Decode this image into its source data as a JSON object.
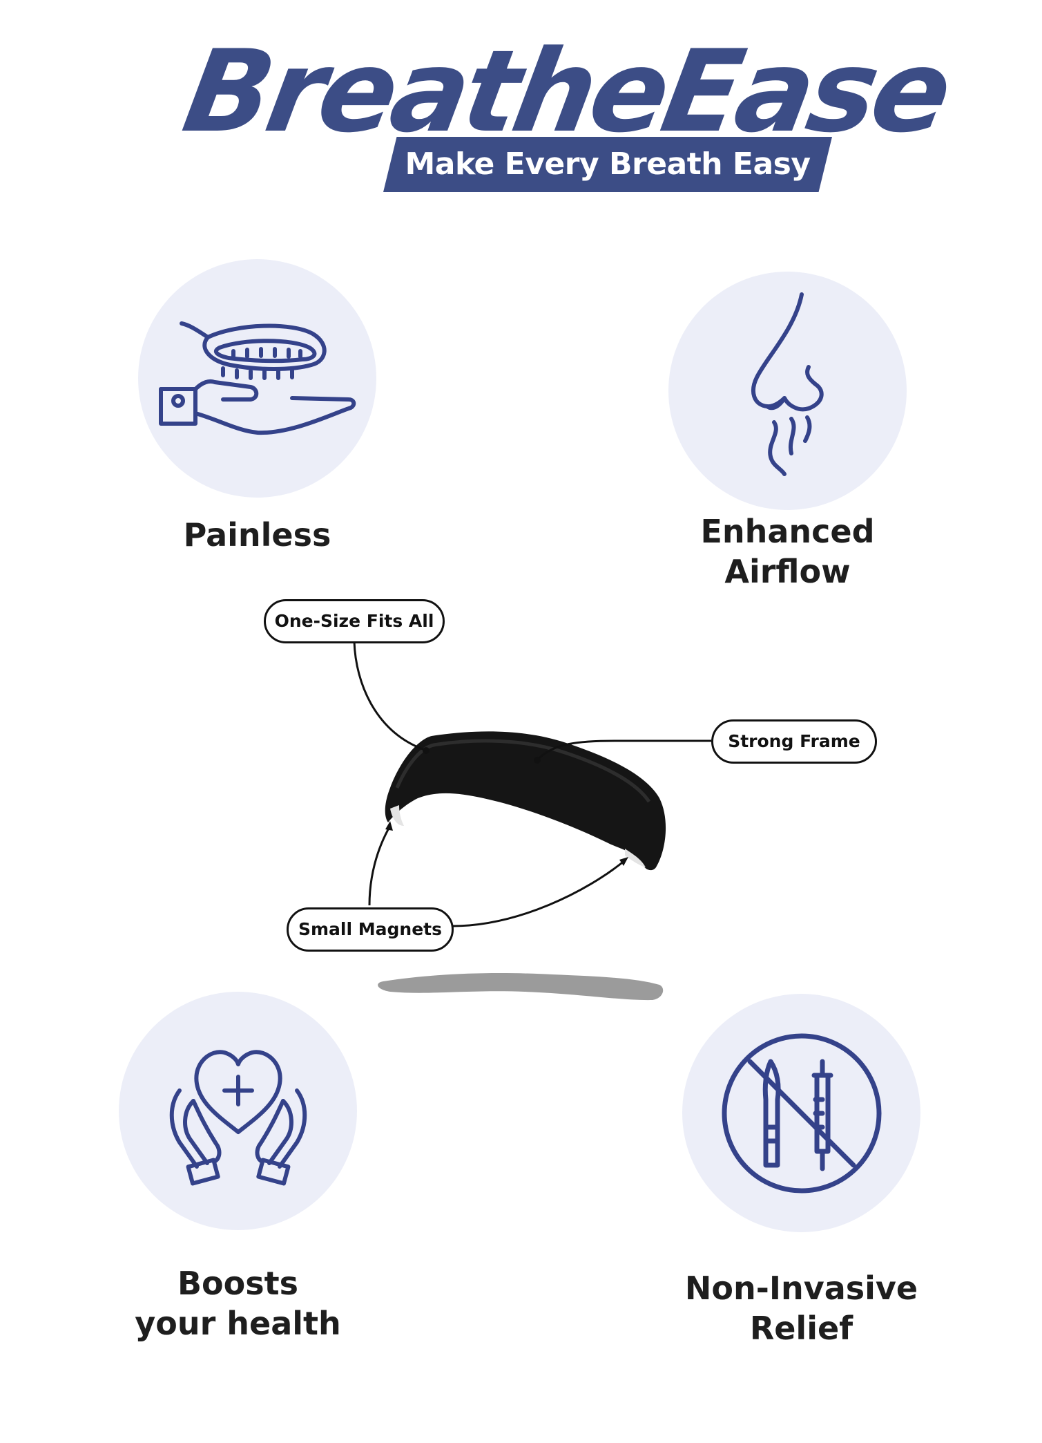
{
  "brand": {
    "name": "BreatheEase",
    "tagline": "Make Every Breath Easy",
    "primary_color": "#3c4d86",
    "icon_color": "#34428a",
    "circle_color": "#eceef8"
  },
  "features": [
    {
      "label_line1": "Painless",
      "label_line2": "",
      "icon": "hand-holding-nasal-strip-icon"
    },
    {
      "label_line1": "Enhanced",
      "label_line2": "Airflow",
      "icon": "nose-airflow-icon"
    },
    {
      "label_line1": "Boosts",
      "label_line2": "your health",
      "icon": "hands-heart-plus-icon"
    },
    {
      "label_line1": "Non-Invasive",
      "label_line2": "Relief",
      "icon": "no-needle-syringe-icon"
    }
  ],
  "product": {
    "image": "magnetic-nasal-strip",
    "callouts": {
      "one_size": "One-Size Fits All",
      "strong_frame": "Strong Frame",
      "small_magnets": "Small Magnets"
    }
  }
}
